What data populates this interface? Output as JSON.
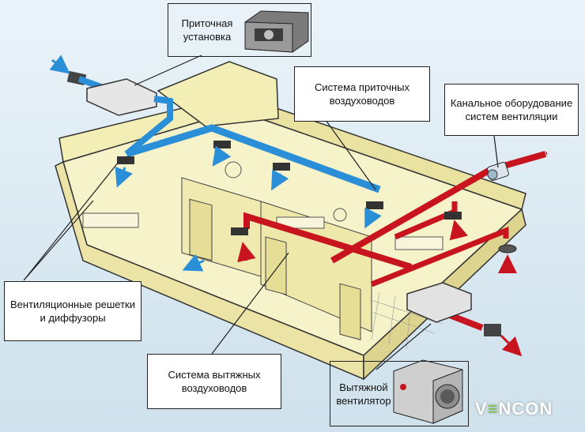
{
  "labels": {
    "supply_unit": [
      "Приточная",
      "установка"
    ],
    "supply_ducts": [
      "Система приточных",
      "воздуховодов"
    ],
    "duct_equipment": [
      "Канальное оборудование",
      "систем вентиляции"
    ],
    "grilles": [
      "Вентиляционные решетки",
      "и диффузоры"
    ],
    "exhaust_ducts": [
      "Система вытяжных",
      "воздуховодов"
    ],
    "exhaust_fan": [
      "Вытяжной",
      "вентилятор"
    ]
  },
  "brand": {
    "prefix": "V",
    "accent": "≡",
    "suffix": "NCON"
  },
  "colors": {
    "supply_duct": "#2a8fd6",
    "exhaust_duct": "#c8141e",
    "wall": "#f3eeb5",
    "floor": "#f6f2c9",
    "outline": "#333333"
  }
}
